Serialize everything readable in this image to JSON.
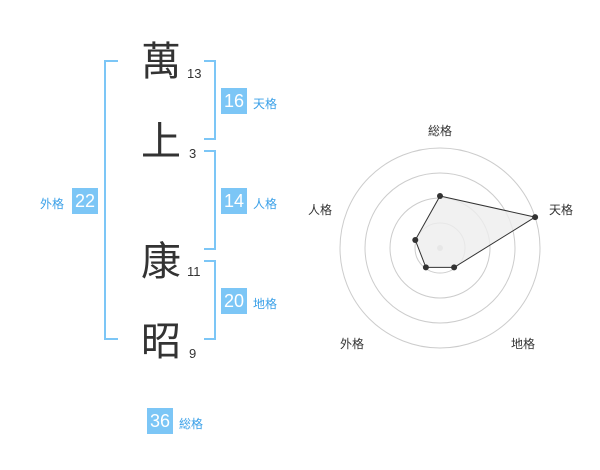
{
  "name_chars": [
    {
      "char": "萬",
      "strokes": "13"
    },
    {
      "char": "上",
      "strokes": "3"
    },
    {
      "char": "康",
      "strokes": "11"
    },
    {
      "char": "昭",
      "strokes": "9"
    }
  ],
  "fortunes": {
    "tenkaku": {
      "value": "16",
      "label": "天格"
    },
    "jinkaku": {
      "value": "14",
      "label": "人格"
    },
    "chikaku": {
      "value": "20",
      "label": "地格"
    },
    "gaikaku": {
      "value": "22",
      "label": "外格"
    },
    "soukaku": {
      "value": "36",
      "label": "総格"
    }
  },
  "colors": {
    "accent": "#7cc6f6",
    "label_blue": "#3aa0e8",
    "grid": "#cccccc",
    "fill": "#eeeeee"
  },
  "chart_data": {
    "type": "radar",
    "axes": [
      "総格",
      "天格",
      "地格",
      "外格",
      "人格"
    ],
    "values": [
      2.6,
      5,
      1.2,
      1.2,
      1.3
    ],
    "range": [
      0,
      5
    ],
    "rings": 4,
    "grid": true
  }
}
